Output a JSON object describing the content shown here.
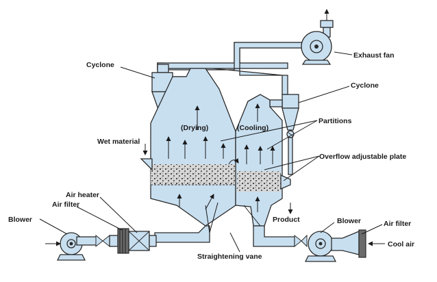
{
  "labels": {
    "exhaust_fan": "Exhaust fan",
    "cyclone_left": "Cyclone",
    "cyclone_right": "Cyclone",
    "drying": "(Drying)",
    "cooling": "(Cooling)",
    "partitions": "Partitions",
    "wet_material": "Wet material",
    "overflow_plate": "Overflow adjustable plate",
    "air_heater": "Air heater",
    "air_filter_left": "Air filter",
    "blower_left": "Blower",
    "product": "Product",
    "blower_right": "Blower",
    "air_filter_right": "Air filter",
    "cool_air": "Cool air",
    "straightening_vane": "Straightening vane"
  },
  "colors": {
    "equipment_fill": "#c8dff0",
    "outline": "#2b2b2b",
    "bed_particles": "#3a3a3a",
    "background": "#ffffff"
  }
}
